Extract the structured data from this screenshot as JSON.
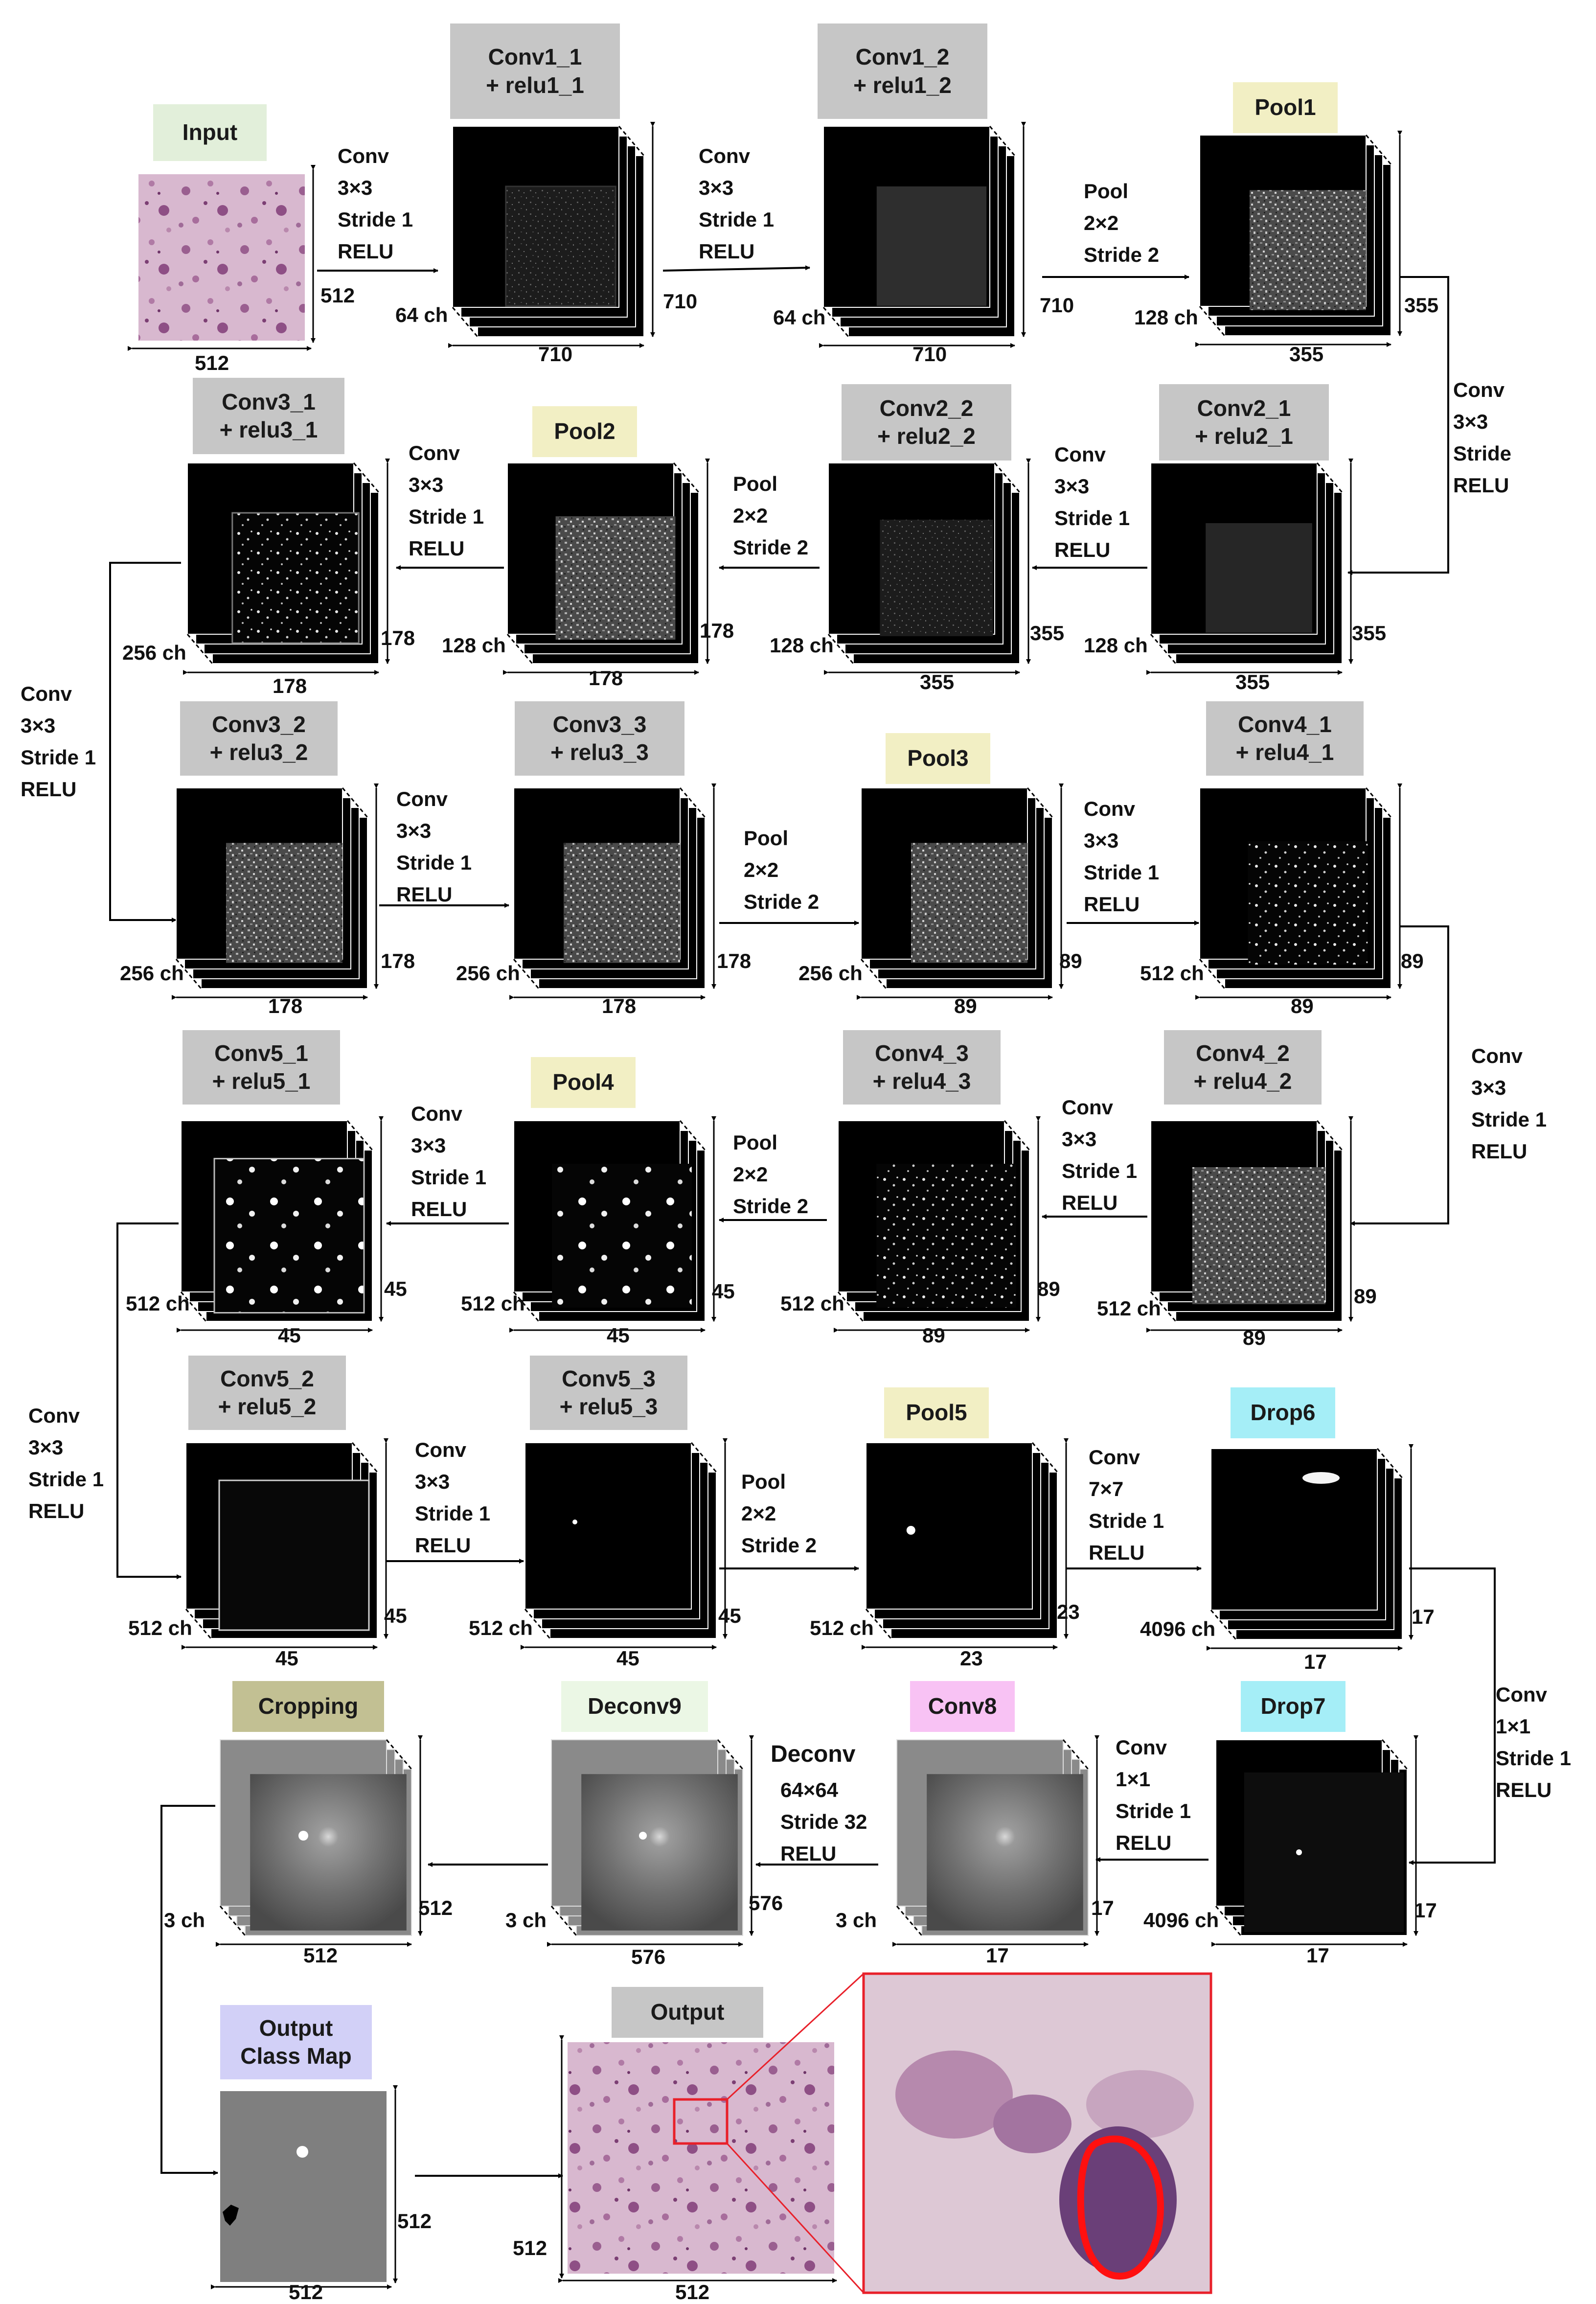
{
  "colors": {
    "gray": "#c6c6c6",
    "input_green": "#e2efda",
    "pool_yellow": "#f2efc4",
    "drop_cyan": "#a5eef7",
    "deconv_green": "#ebf7e5",
    "conv8_pink": "#f8c2f4",
    "crop_olive": "#c2c093",
    "output_lavender": "#d2d0f7",
    "zoom_red": "#e8202a",
    "tissue": "#d8b8cf"
  },
  "layers": {
    "input": "Input",
    "conv1_1": "Conv1_1\n+ relu1_1",
    "conv1_2": "Conv1_2\n+ relu1_2",
    "pool1": "Pool1",
    "conv2_1": "Conv2_1\n+ relu2_1",
    "conv2_2": "Conv2_2\n+ relu2_2",
    "pool2": "Pool2",
    "conv3_1": "Conv3_1\n+ relu3_1",
    "conv3_2": "Conv3_2\n+ relu3_2",
    "conv3_3": "Conv3_3\n+ relu3_3",
    "pool3": "Pool3",
    "conv4_1": "Conv4_1\n+ relu4_1",
    "conv4_2": "Conv4_2\n+ relu4_2",
    "conv4_3": "Conv4_3\n+ relu4_3",
    "pool4": "Pool4",
    "conv5_1": "Conv5_1\n+ relu5_1",
    "conv5_2": "Conv5_2\n+ relu5_2",
    "conv5_3": "Conv5_3\n+ relu5_3",
    "pool5": "Pool5",
    "drop6": "Drop6",
    "drop7": "Drop7",
    "conv8": "Conv8",
    "deconv9": "Deconv9",
    "cropping": "Cropping",
    "output_class_map": "Output\nClass Map",
    "output": "Output"
  },
  "ops": {
    "conv3x3_stride_relu": "Conv\n3×3\nStride 1\nRELU",
    "pool2x2": "Pool\n2×2\nStride 2",
    "conv3x3_stride_relu_wrap": "Conv\n3×3\nStride\nRELU",
    "conv7x7": "Conv\n7×7\nStride 1\nRELU",
    "conv1x1": "Conv\n1×1\nStride 1\nRELU",
    "deconv_title": "Deconv",
    "deconv_params": "64×64\nStride 32\nRELU"
  },
  "dims": {
    "d512": "512",
    "d710": "710",
    "d355": "355",
    "d178": "178",
    "d89": "89",
    "d45": "45",
    "d23": "23",
    "d17": "17",
    "d576": "576"
  },
  "channels": {
    "c3": "3 ch",
    "c64": "64 ch",
    "c128": "128 ch",
    "c256": "256 ch",
    "c512": "512 ch",
    "c4096": "4096 ch"
  }
}
